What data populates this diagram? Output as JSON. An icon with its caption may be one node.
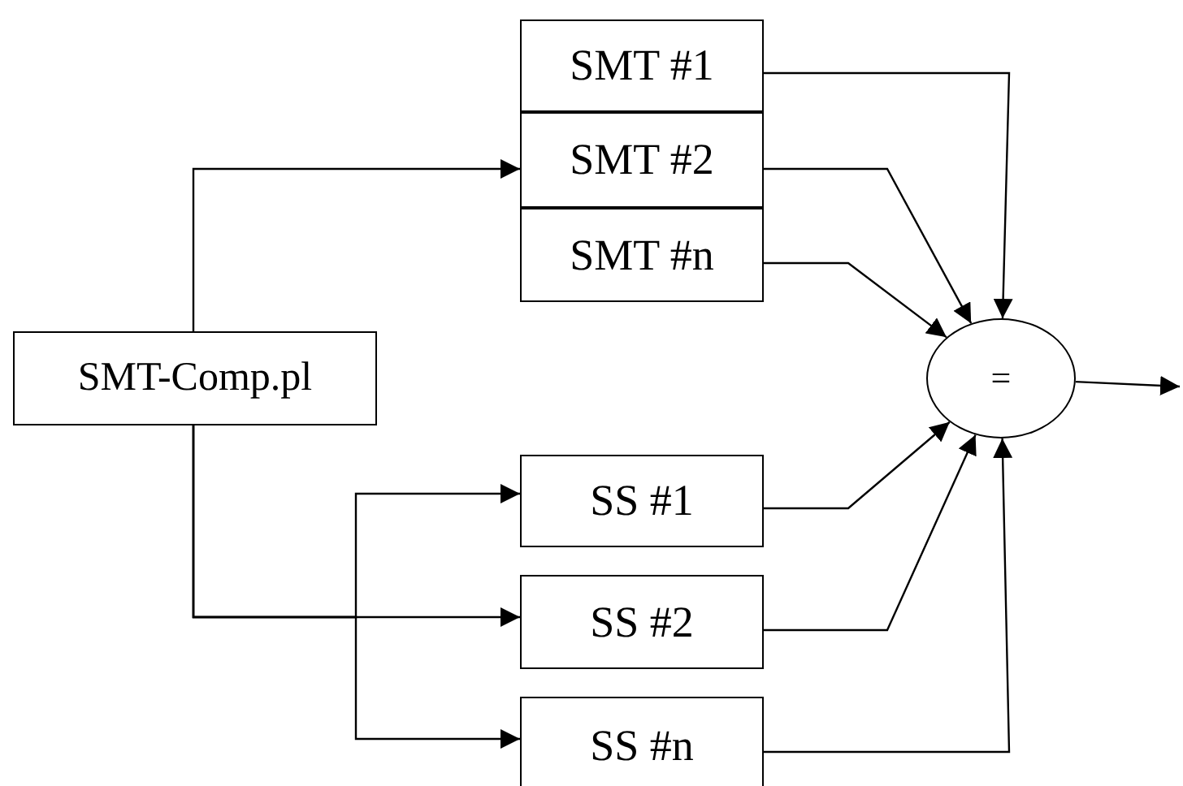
{
  "diagram": {
    "nodes": [
      {
        "text": [
          "SMT-Comp.pl"
        ]
      },
      {
        "text": [
          "SMT #1"
        ]
      },
      {
        "text": [
          "SMT #2"
        ]
      },
      {
        "text": [
          "SMT #n"
        ]
      },
      {
        "text": [
          "SS #1"
        ]
      },
      {
        "text": [
          "SS #2"
        ]
      },
      {
        "text": [
          "SS #n"
        ]
      },
      {
        "text": [
          "="
        ]
      }
    ],
    "edges": [
      {
        "from": 0,
        "to": 2,
        "arrow": "to"
      },
      {
        "from": 0,
        "to": 4,
        "arrow": "to"
      },
      {
        "from": 0,
        "to": 5,
        "arrow": "to"
      },
      {
        "from": 0,
        "to": 6,
        "arrow": "to"
      },
      {
        "from": 1,
        "to": 7,
        "arrow": "to"
      },
      {
        "from": 2,
        "to": 7,
        "arrow": "to"
      },
      {
        "from": 3,
        "to": 7,
        "arrow": "to"
      },
      {
        "from": 4,
        "to": 7,
        "arrow": "to"
      },
      {
        "from": 5,
        "to": 7,
        "arrow": "to"
      },
      {
        "from": 6,
        "to": 7,
        "arrow": "to"
      },
      {
        "from": 7,
        "to": null,
        "arrow": "to"
      }
    ]
  }
}
